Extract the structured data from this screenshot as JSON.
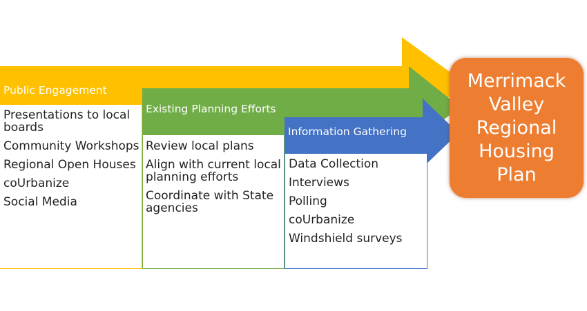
{
  "colors": {
    "engagement": "#ffc000",
    "existing": "#70ad47",
    "information": "#4472c4",
    "result": "#ed7d31"
  },
  "phases": [
    {
      "title": "Public Engagement",
      "items": [
        "Presentations to local boards",
        "Community Workshops",
        "Regional Open Houses",
        "coUrbanize",
        "Social Media"
      ]
    },
    {
      "title": "Existing Planning Efforts",
      "items": [
        "Review local plans",
        "Align with current local planning efforts",
        "Coordinate with State agencies"
      ]
    },
    {
      "title": "Information Gathering",
      "items": [
        "Data Collection",
        "Interviews",
        "Polling",
        "coUrbanize",
        "Windshield surveys"
      ]
    }
  ],
  "result": {
    "title": "Merrimack Valley Regional Housing Plan"
  }
}
